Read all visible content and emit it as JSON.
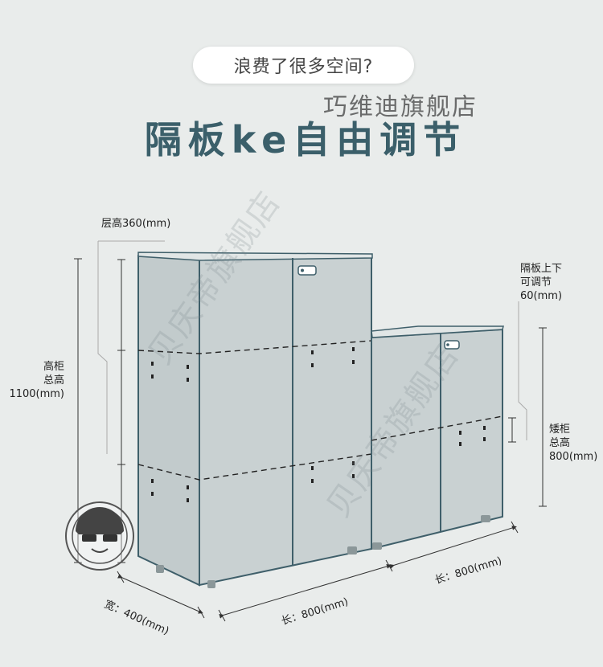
{
  "bubble_question": "浪费了很多空间?",
  "brand_watermark": "巧维迪旗舰店",
  "headline": "隔板ke自由调节",
  "diagonal_watermark": "贝庆帝旗舰店",
  "dimensions": {
    "layer_height": "层高360(mm)",
    "tall_total_lines": [
      "高柜",
      "总高",
      "1100(mm)"
    ],
    "shelf_adjust_lines": [
      "隔板上下",
      "可调节",
      "60(mm)"
    ],
    "short_total_lines": [
      "矮柜",
      "总高",
      "800(mm)"
    ],
    "width": "宽：400(mm)",
    "tall_length": "长：800(mm)",
    "short_length": "长：800(mm)"
  },
  "colors": {
    "background": "#e9eceb",
    "cabinet_fill": "#c2cbcc",
    "cabinet_line": "#3f5f6a",
    "headline": "#3b5f6a"
  },
  "icons": [
    "lock-icon",
    "shelf-pin-icon",
    "mascot-logo-icon"
  ]
}
